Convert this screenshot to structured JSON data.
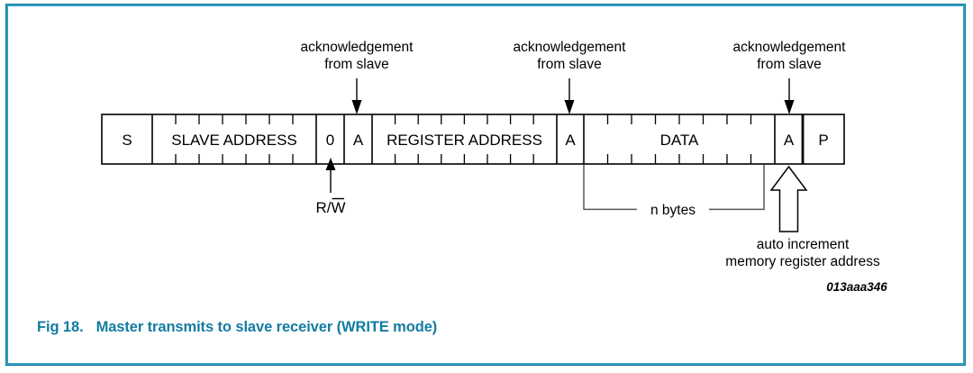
{
  "figure": {
    "id_label": "013aaa346",
    "caption_number": "Fig 18.",
    "caption_text": "Master transmits to slave receiver (WRITE mode)",
    "border_color": "#1a7fa0",
    "caption_color": "#137ca1"
  },
  "frame": {
    "cells": [
      {
        "label": "S",
        "bits": 1,
        "ticks": 0
      },
      {
        "label": "SLAVE ADDRESS",
        "bits": 7,
        "ticks": 7
      },
      {
        "label": "0",
        "bits": 1,
        "ticks": 0
      },
      {
        "label": "A",
        "bits": 1,
        "ticks": 0
      },
      {
        "label": "REGISTER ADDRESS",
        "bits": 8,
        "ticks": 8
      },
      {
        "label": "A",
        "bits": 1,
        "ticks": 0
      },
      {
        "label": "DATA",
        "bits": 8,
        "ticks": 8
      },
      {
        "label": "A",
        "bits": 1,
        "ticks": 0
      },
      {
        "label": "P",
        "bits": 1,
        "ticks": 0
      }
    ]
  },
  "annotations": {
    "ack1": {
      "line1": "acknowledgement",
      "line2": "from slave"
    },
    "ack2": {
      "line1": "acknowledgement",
      "line2": "from slave"
    },
    "ack3": {
      "line1": "acknowledgement",
      "line2": "from slave"
    },
    "read_write": {
      "label": "R/W",
      "overline_on": "W"
    },
    "n_bytes": {
      "label": "n bytes"
    },
    "auto_increment": {
      "line1": "auto increment",
      "line2": "memory register address"
    }
  }
}
